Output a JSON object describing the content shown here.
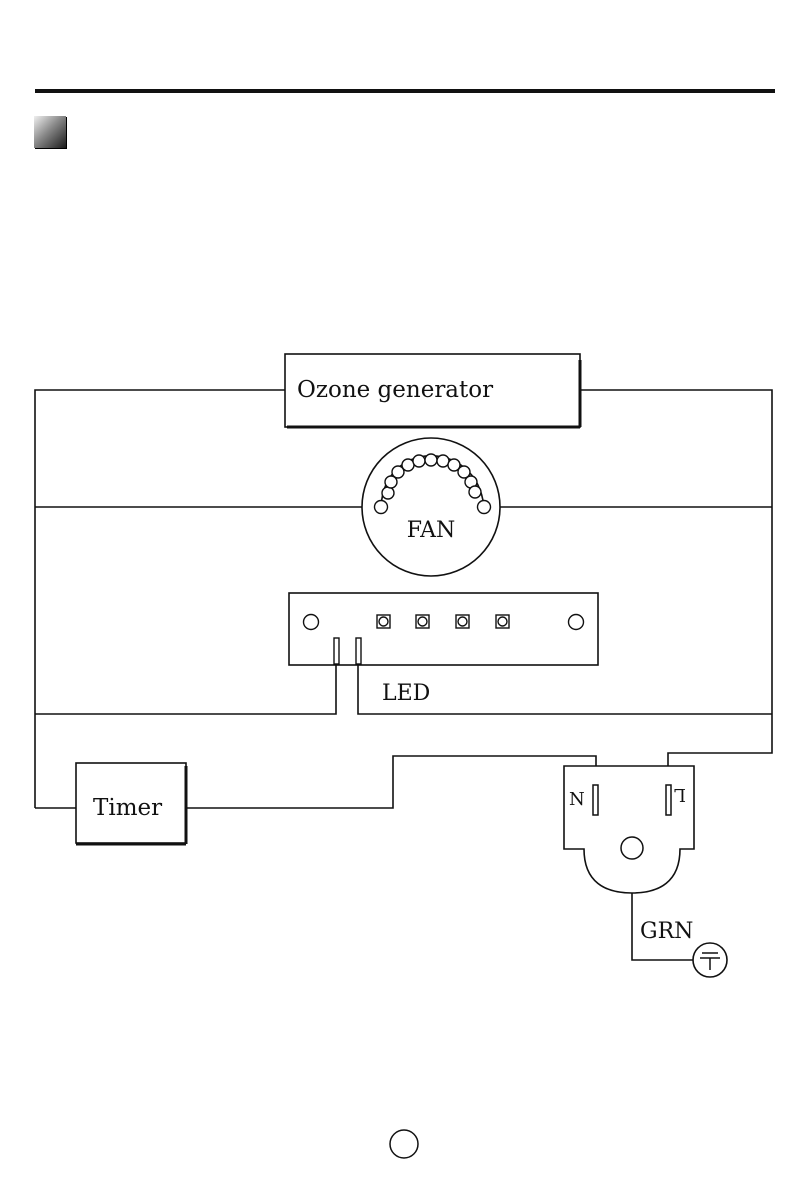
{
  "diagram": {
    "ozone_label": "Ozone generator",
    "fan_label": "FAN",
    "led_label": "LED",
    "timer_label": "Timer",
    "plug_n_label": "N",
    "plug_l_label": "L",
    "ground_label": "GRN"
  },
  "colors": {
    "line": "#111111",
    "background": "#ffffff"
  }
}
